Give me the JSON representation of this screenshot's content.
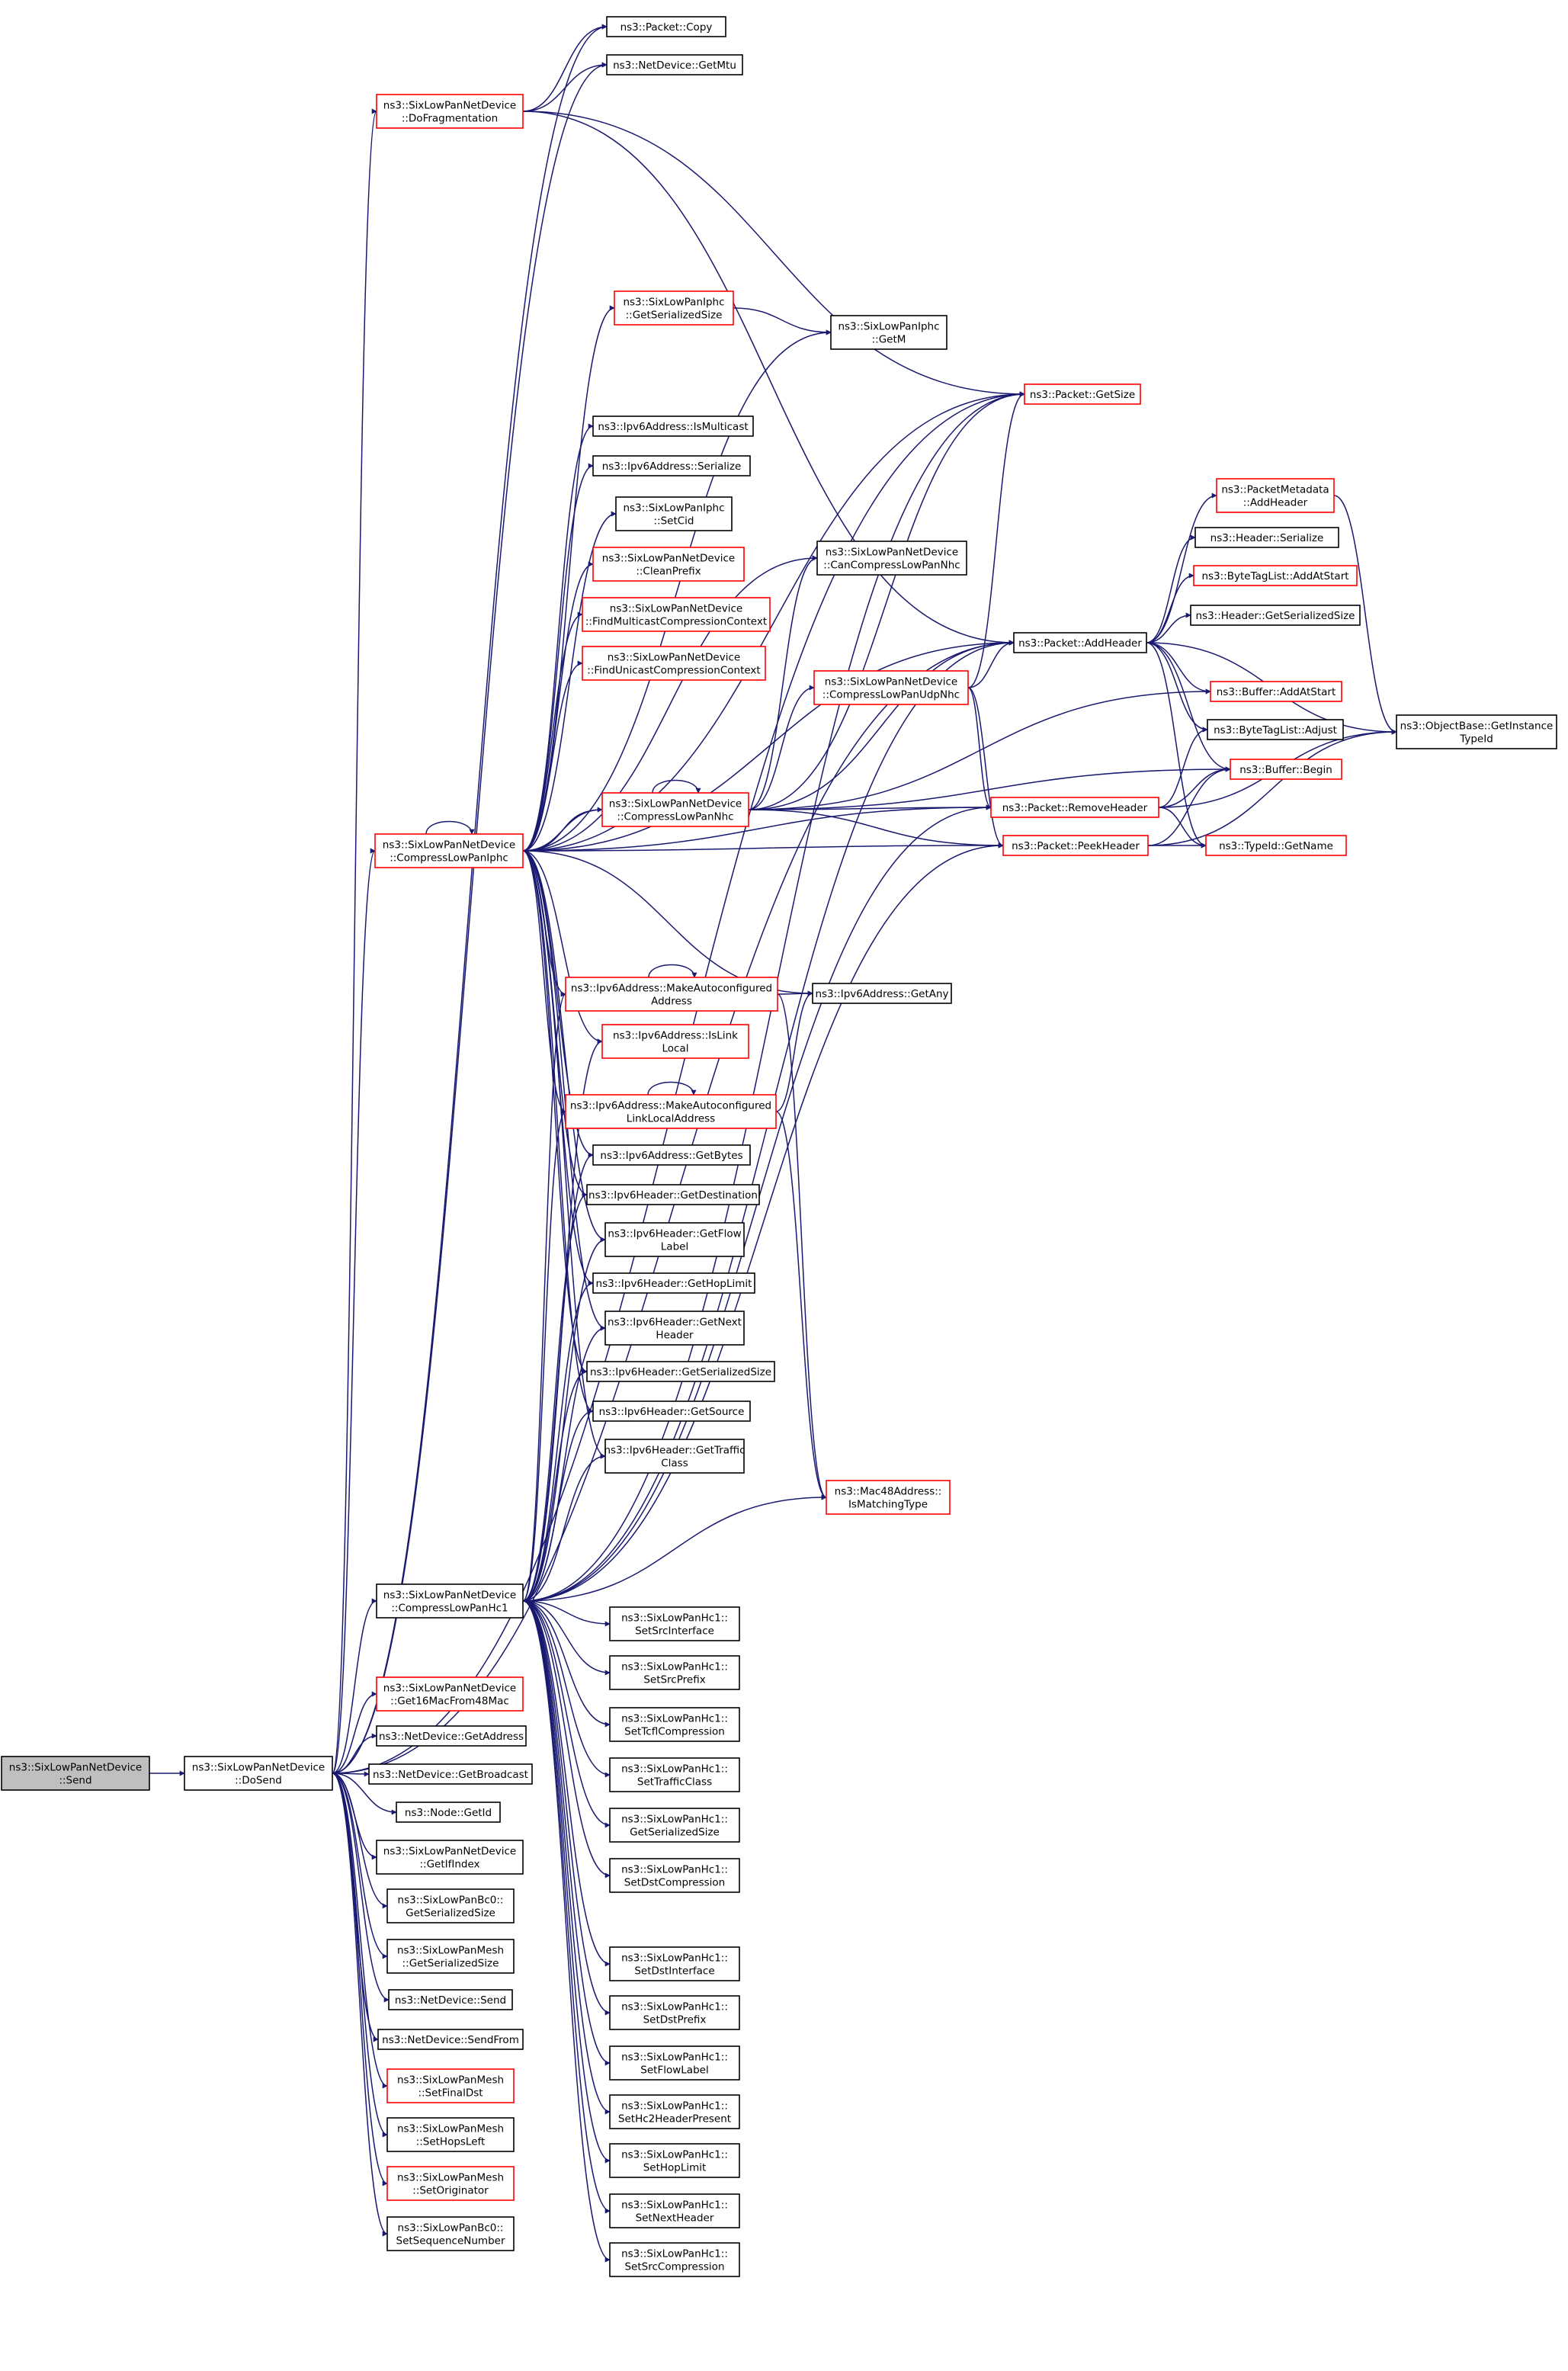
{
  "diagram": {
    "type": "doxygen-call-graph",
    "edge_color": "#191970",
    "node_border_default": "#000000",
    "node_border_incomplete": "#ff0000",
    "root_fill": "#bfbfbf",
    "nodes": [
      {
        "id": "send",
        "lines": [
          "ns3::SixLowPanNetDevice",
          "::Send"
        ],
        "style": "root"
      },
      {
        "id": "dosend",
        "lines": [
          "ns3::SixLowPanNetDevice",
          "::DoSend"
        ],
        "style": "black"
      },
      {
        "id": "copy",
        "lines": [
          "ns3::Packet::Copy"
        ],
        "style": "black"
      },
      {
        "id": "getmtu",
        "lines": [
          "ns3::NetDevice::GetMtu"
        ],
        "style": "black"
      },
      {
        "id": "dofrag",
        "lines": [
          "ns3::SixLowPanNetDevice",
          "::DoFragmentation"
        ],
        "style": "red"
      },
      {
        "id": "iphcsize",
        "lines": [
          "ns3::SixLowPanIphc",
          "::GetSerializedSize"
        ],
        "style": "red"
      },
      {
        "id": "getm",
        "lines": [
          "ns3::SixLowPanIphc",
          "::GetM"
        ],
        "style": "black"
      },
      {
        "id": "getsize",
        "lines": [
          "ns3::Packet::GetSize"
        ],
        "style": "red"
      },
      {
        "id": "ismulticast",
        "lines": [
          "ns3::Ipv6Address::IsMulticast"
        ],
        "style": "black"
      },
      {
        "id": "serialize",
        "lines": [
          "ns3::Ipv6Address::Serialize"
        ],
        "style": "black"
      },
      {
        "id": "setcid",
        "lines": [
          "ns3::SixLowPanIphc",
          "::SetCid"
        ],
        "style": "black"
      },
      {
        "id": "cleanprefix",
        "lines": [
          "ns3::SixLowPanNetDevice",
          "::CleanPrefix"
        ],
        "style": "red"
      },
      {
        "id": "canlownhc",
        "lines": [
          "ns3::SixLowPanNetDevice",
          "::CanCompressLowPanNhc"
        ],
        "style": "black"
      },
      {
        "id": "findmulti",
        "lines": [
          "ns3::SixLowPanNetDevice",
          "::FindMulticastCompressionContext"
        ],
        "style": "red"
      },
      {
        "id": "findunicast",
        "lines": [
          "ns3::SixLowPanNetDevice",
          "::FindUnicastCompressionContext"
        ],
        "style": "red"
      },
      {
        "id": "metaadd",
        "lines": [
          "ns3::PacketMetadata",
          "::AddHeader"
        ],
        "style": "red"
      },
      {
        "id": "hdrser",
        "lines": [
          "ns3::Header::Serialize"
        ],
        "style": "black"
      },
      {
        "id": "btladd",
        "lines": [
          "ns3::ByteTagList::AddAtStart"
        ],
        "style": "red"
      },
      {
        "id": "hdrsize",
        "lines": [
          "ns3::Header::GetSerializedSize"
        ],
        "style": "black"
      },
      {
        "id": "addheader",
        "lines": [
          "ns3::Packet::AddHeader"
        ],
        "style": "black"
      },
      {
        "id": "udpnhc",
        "lines": [
          "ns3::SixLowPanNetDevice",
          "::CompressLowPanUdpNhc"
        ],
        "style": "red"
      },
      {
        "id": "bufadd",
        "lines": [
          "ns3::Buffer::AddAtStart"
        ],
        "style": "red"
      },
      {
        "id": "gettypeid",
        "lines": [
          "ns3::ObjectBase::GetInstance",
          "TypeId"
        ],
        "style": "black"
      },
      {
        "id": "btladj",
        "lines": [
          "ns3::ByteTagList::Adjust"
        ],
        "style": "black"
      },
      {
        "id": "bufbegin",
        "lines": [
          "ns3::Buffer::Begin"
        ],
        "style": "red"
      },
      {
        "id": "nhc",
        "lines": [
          "ns3::SixLowPanNetDevice",
          "::CompressLowPanNhc"
        ],
        "style": "red"
      },
      {
        "id": "removeheader",
        "lines": [
          "ns3::Packet::RemoveHeader"
        ],
        "style": "red"
      },
      {
        "id": "iphc",
        "lines": [
          "ns3::SixLowPanNetDevice",
          "::CompressLowPanIphc"
        ],
        "style": "red"
      },
      {
        "id": "peekheader",
        "lines": [
          "ns3::Packet::PeekHeader"
        ],
        "style": "red"
      },
      {
        "id": "getname",
        "lines": [
          "ns3::TypeId::GetName"
        ],
        "style": "red"
      },
      {
        "id": "makeauto",
        "lines": [
          "ns3::Ipv6Address::MakeAutoconfigured",
          "Address"
        ],
        "style": "red"
      },
      {
        "id": "getany",
        "lines": [
          "ns3::Ipv6Address::GetAny"
        ],
        "style": "black"
      },
      {
        "id": "islinklocal",
        "lines": [
          "ns3::Ipv6Address::IsLink",
          "Local"
        ],
        "style": "red"
      },
      {
        "id": "makeautoll",
        "lines": [
          "ns3::Ipv6Address::MakeAutoconfigured",
          "LinkLocalAddress"
        ],
        "style": "red"
      },
      {
        "id": "getbytes",
        "lines": [
          "ns3::Ipv6Address::GetBytes"
        ],
        "style": "black"
      },
      {
        "id": "getdest",
        "lines": [
          "ns3::Ipv6Header::GetDestination"
        ],
        "style": "black"
      },
      {
        "id": "getflow",
        "lines": [
          "ns3::Ipv6Header::GetFlow",
          "Label"
        ],
        "style": "black"
      },
      {
        "id": "gethop",
        "lines": [
          "ns3::Ipv6Header::GetHopLimit"
        ],
        "style": "black"
      },
      {
        "id": "getnext",
        "lines": [
          "ns3::Ipv6Header::GetNext",
          "Header"
        ],
        "style": "black"
      },
      {
        "id": "ip6size",
        "lines": [
          "ns3::Ipv6Header::GetSerializedSize"
        ],
        "style": "black"
      },
      {
        "id": "getsource",
        "lines": [
          "ns3::Ipv6Header::GetSource"
        ],
        "style": "black"
      },
      {
        "id": "gettraffic",
        "lines": [
          "ns3::Ipv6Header::GetTraffic",
          "Class"
        ],
        "style": "black"
      },
      {
        "id": "ismatching",
        "lines": [
          "ns3::Mac48Address::",
          "IsMatchingType"
        ],
        "style": "red"
      },
      {
        "id": "hc1",
        "lines": [
          "ns3::SixLowPanNetDevice",
          "::CompressLowPanHc1"
        ],
        "style": "black"
      },
      {
        "id": "setsrcif",
        "lines": [
          "ns3::SixLowPanHc1::",
          "SetSrcInterface"
        ],
        "style": "black"
      },
      {
        "id": "setsrcprefix",
        "lines": [
          "ns3::SixLowPanHc1::",
          "SetSrcPrefix"
        ],
        "style": "black"
      },
      {
        "id": "settcfl",
        "lines": [
          "ns3::SixLowPanHc1::",
          "SetTcflCompression"
        ],
        "style": "black"
      },
      {
        "id": "settraffic",
        "lines": [
          "ns3::SixLowPanHc1::",
          "SetTrafficClass"
        ],
        "style": "black"
      },
      {
        "id": "hc1size",
        "lines": [
          "ns3::SixLowPanHc1::",
          "GetSerializedSize"
        ],
        "style": "black"
      },
      {
        "id": "setdstcomp",
        "lines": [
          "ns3::SixLowPanHc1::",
          "SetDstCompression"
        ],
        "style": "black"
      },
      {
        "id": "get16mac",
        "lines": [
          "ns3::SixLowPanNetDevice",
          "::Get16MacFrom48Mac"
        ],
        "style": "red"
      },
      {
        "id": "getaddress",
        "lines": [
          "ns3::NetDevice::GetAddress"
        ],
        "style": "black"
      },
      {
        "id": "getbroadcast",
        "lines": [
          "ns3::NetDevice::GetBroadcast"
        ],
        "style": "black"
      },
      {
        "id": "nodegetid",
        "lines": [
          "ns3::Node::GetId"
        ],
        "style": "black"
      },
      {
        "id": "getifindex",
        "lines": [
          "ns3::SixLowPanNetDevice",
          "::GetIfIndex"
        ],
        "style": "black"
      },
      {
        "id": "bc0size",
        "lines": [
          "ns3::SixLowPanBc0::",
          "GetSerializedSize"
        ],
        "style": "black"
      },
      {
        "id": "meshsize",
        "lines": [
          "ns3::SixLowPanMesh",
          "::GetSerializedSize"
        ],
        "style": "black"
      },
      {
        "id": "devsend",
        "lines": [
          "ns3::NetDevice::Send"
        ],
        "style": "black"
      },
      {
        "id": "sendfrom",
        "lines": [
          "ns3::NetDevice::SendFrom"
        ],
        "style": "black"
      },
      {
        "id": "setfinaldst",
        "lines": [
          "ns3::SixLowPanMesh",
          "::SetFinalDst"
        ],
        "style": "red"
      },
      {
        "id": "sethopsleft",
        "lines": [
          "ns3::SixLowPanMesh",
          "::SetHopsLeft"
        ],
        "style": "black"
      },
      {
        "id": "setorig",
        "lines": [
          "ns3::SixLowPanMesh",
          "::SetOriginator"
        ],
        "style": "red"
      },
      {
        "id": "setseq",
        "lines": [
          "ns3::SixLowPanBc0::",
          "SetSequenceNumber"
        ],
        "style": "black"
      },
      {
        "id": "setdstif",
        "lines": [
          "ns3::SixLowPanHc1::",
          "SetDstInterface"
        ],
        "style": "black"
      },
      {
        "id": "setdstprefix",
        "lines": [
          "ns3::SixLowPanHc1::",
          "SetDstPrefix"
        ],
        "style": "black"
      },
      {
        "id": "setflow",
        "lines": [
          "ns3::SixLowPanHc1::",
          "SetFlowLabel"
        ],
        "style": "black"
      },
      {
        "id": "sethc2",
        "lines": [
          "ns3::SixLowPanHc1::",
          "SetHc2HeaderPresent"
        ],
        "style": "black"
      },
      {
        "id": "sethoplimit",
        "lines": [
          "ns3::SixLowPanHc1::",
          "SetHopLimit"
        ],
        "style": "black"
      },
      {
        "id": "setnext",
        "lines": [
          "ns3::SixLowPanHc1::",
          "SetNextHeader"
        ],
        "style": "black"
      },
      {
        "id": "setsrccomp",
        "lines": [
          "ns3::SixLowPanHc1::",
          "SetSrcCompression"
        ],
        "style": "black"
      }
    ],
    "edges": [
      [
        "send",
        "dosend"
      ],
      [
        "dosend",
        "copy"
      ],
      [
        "dosend",
        "getmtu"
      ],
      [
        "dosend",
        "dofrag"
      ],
      [
        "dosend",
        "getsize"
      ],
      [
        "dosend",
        "addheader"
      ],
      [
        "dosend",
        "iphc"
      ],
      [
        "dosend",
        "hc1"
      ],
      [
        "dosend",
        "get16mac"
      ],
      [
        "dosend",
        "getaddress"
      ],
      [
        "dosend",
        "getbroadcast"
      ],
      [
        "dosend",
        "nodegetid"
      ],
      [
        "dosend",
        "getifindex"
      ],
      [
        "dosend",
        "bc0size"
      ],
      [
        "dosend",
        "meshsize"
      ],
      [
        "dosend",
        "devsend"
      ],
      [
        "dosend",
        "sendfrom"
      ],
      [
        "dosend",
        "setfinaldst"
      ],
      [
        "dosend",
        "sethopsleft"
      ],
      [
        "dosend",
        "setorig"
      ],
      [
        "dosend",
        "setseq"
      ],
      [
        "dofrag",
        "copy"
      ],
      [
        "dofrag",
        "getmtu"
      ],
      [
        "dofrag",
        "getsize"
      ],
      [
        "dofrag",
        "addheader"
      ],
      [
        "iphcsize",
        "getm"
      ],
      [
        "iphc",
        "iphc"
      ],
      [
        "iphc",
        "iphcsize"
      ],
      [
        "iphc",
        "getm"
      ],
      [
        "iphc",
        "getsize"
      ],
      [
        "iphc",
        "ismulticast"
      ],
      [
        "iphc",
        "serialize"
      ],
      [
        "iphc",
        "setcid"
      ],
      [
        "iphc",
        "cleanprefix"
      ],
      [
        "iphc",
        "canlownhc"
      ],
      [
        "iphc",
        "findmulti"
      ],
      [
        "iphc",
        "findunicast"
      ],
      [
        "iphc",
        "addheader"
      ],
      [
        "iphc",
        "nhc"
      ],
      [
        "iphc",
        "removeheader"
      ],
      [
        "iphc",
        "peekheader"
      ],
      [
        "iphc",
        "makeauto"
      ],
      [
        "iphc",
        "getany"
      ],
      [
        "iphc",
        "islinklocal"
      ],
      [
        "iphc",
        "makeautoll"
      ],
      [
        "iphc",
        "getbytes"
      ],
      [
        "iphc",
        "getdest"
      ],
      [
        "iphc",
        "getflow"
      ],
      [
        "iphc",
        "gethop"
      ],
      [
        "iphc",
        "getnext"
      ],
      [
        "iphc",
        "ip6size"
      ],
      [
        "iphc",
        "getsource"
      ],
      [
        "iphc",
        "gettraffic"
      ],
      [
        "nhc",
        "nhc"
      ],
      [
        "nhc",
        "iphc"
      ],
      [
        "nhc",
        "canlownhc"
      ],
      [
        "nhc",
        "udpnhc"
      ],
      [
        "nhc",
        "getsize"
      ],
      [
        "nhc",
        "addheader"
      ],
      [
        "nhc",
        "removeheader"
      ],
      [
        "nhc",
        "peekheader"
      ],
      [
        "nhc",
        "bufadd"
      ],
      [
        "nhc",
        "bufbegin"
      ],
      [
        "udpnhc",
        "addheader"
      ],
      [
        "udpnhc",
        "getsize"
      ],
      [
        "udpnhc",
        "removeheader"
      ],
      [
        "udpnhc",
        "peekheader"
      ],
      [
        "addheader",
        "metaadd"
      ],
      [
        "addheader",
        "hdrser"
      ],
      [
        "addheader",
        "btladd"
      ],
      [
        "addheader",
        "hdrsize"
      ],
      [
        "addheader",
        "bufadd"
      ],
      [
        "addheader",
        "gettypeid"
      ],
      [
        "addheader",
        "btladj"
      ],
      [
        "addheader",
        "bufbegin"
      ],
      [
        "addheader",
        "getname"
      ],
      [
        "metaadd",
        "gettypeid"
      ],
      [
        "removeheader",
        "btladj"
      ],
      [
        "removeheader",
        "bufbegin"
      ],
      [
        "removeheader",
        "getname"
      ],
      [
        "removeheader",
        "gettypeid"
      ],
      [
        "peekheader",
        "bufbegin"
      ],
      [
        "peekheader",
        "getname"
      ],
      [
        "peekheader",
        "gettypeid"
      ],
      [
        "makeauto",
        "makeauto"
      ],
      [
        "makeauto",
        "getany"
      ],
      [
        "makeauto",
        "ismatching"
      ],
      [
        "makeautoll",
        "makeautoll"
      ],
      [
        "makeautoll",
        "getany"
      ],
      [
        "makeautoll",
        "ismatching"
      ],
      [
        "hc1",
        "addheader"
      ],
      [
        "hc1",
        "getsize"
      ],
      [
        "hc1",
        "removeheader"
      ],
      [
        "hc1",
        "peekheader"
      ],
      [
        "hc1",
        "makeauto"
      ],
      [
        "hc1",
        "islinklocal"
      ],
      [
        "hc1",
        "makeautoll"
      ],
      [
        "hc1",
        "getbytes"
      ],
      [
        "hc1",
        "getdest"
      ],
      [
        "hc1",
        "getflow"
      ],
      [
        "hc1",
        "gethop"
      ],
      [
        "hc1",
        "getnext"
      ],
      [
        "hc1",
        "ip6size"
      ],
      [
        "hc1",
        "getsource"
      ],
      [
        "hc1",
        "gettraffic"
      ],
      [
        "hc1",
        "ismatching"
      ],
      [
        "hc1",
        "setsrcif"
      ],
      [
        "hc1",
        "setsrcprefix"
      ],
      [
        "hc1",
        "settcfl"
      ],
      [
        "hc1",
        "settraffic"
      ],
      [
        "hc1",
        "hc1size"
      ],
      [
        "hc1",
        "setdstcomp"
      ],
      [
        "hc1",
        "setdstif"
      ],
      [
        "hc1",
        "setdstprefix"
      ],
      [
        "hc1",
        "setflow"
      ],
      [
        "hc1",
        "sethc2"
      ],
      [
        "hc1",
        "sethoplimit"
      ],
      [
        "hc1",
        "setnext"
      ],
      [
        "hc1",
        "setsrccomp"
      ]
    ]
  }
}
